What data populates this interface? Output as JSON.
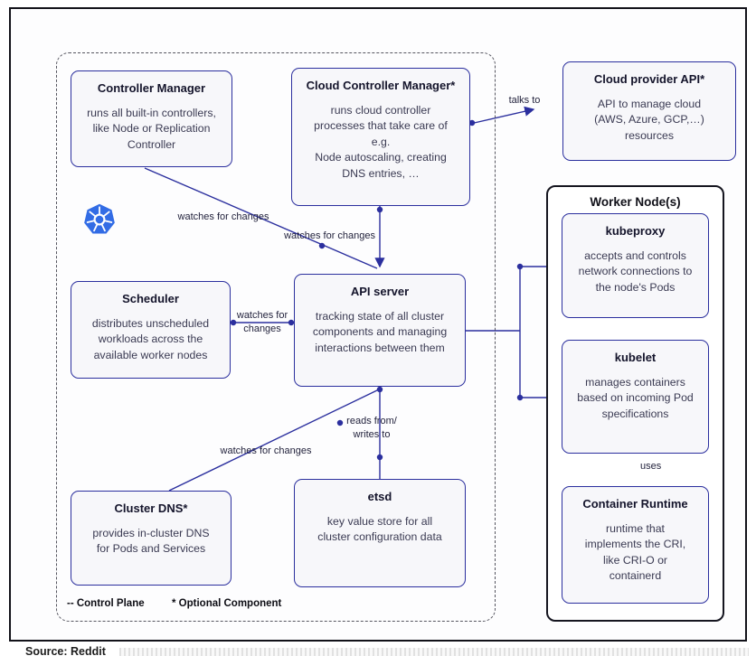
{
  "page": {
    "source_caption": "Source: Reddit"
  },
  "boxes": {
    "controller_manager": {
      "title": "Controller Manager",
      "body": "runs all built-in controllers,\nlike Node or Replication\nController"
    },
    "cloud_controller_manager": {
      "title": "Cloud Controller Manager*",
      "body": "runs cloud controller\nprocesses that take care of\ne.g.\nNode autoscaling, creating\nDNS entries, …"
    },
    "cloud_provider_api": {
      "title": "Cloud provider API*",
      "body": "API to manage cloud\n(AWS, Azure, GCP,…)\nresources"
    },
    "worker_node": {
      "title": "Worker Node(s)"
    },
    "kubeproxy": {
      "title": "kubeproxy",
      "body": "accepts and controls\nnetwork connections to\nthe node's Pods"
    },
    "kubelet": {
      "title": "kubelet",
      "body": "manages containers\nbased on incoming Pod\nspecifications"
    },
    "container_runtime": {
      "title": "Container Runtime",
      "body": "runtime that\nimplements the CRI,\nlike CRI-O or\ncontainerd"
    },
    "scheduler": {
      "title": "Scheduler",
      "body": "distributes unscheduled\nworkloads across the\navailable worker nodes"
    },
    "api_server": {
      "title": "API server",
      "body": "tracking state of all cluster\ncomponents and managing\ninteractions between them"
    },
    "cluster_dns": {
      "title": "Cluster DNS*",
      "body": "provides in-cluster DNS\nfor Pods and Services"
    },
    "etsd": {
      "title": "etsd",
      "body": "key value store for all\ncluster configuration data"
    }
  },
  "edge_labels": {
    "talks_to": "talks to",
    "cm_watches": "watches for changes",
    "ccm_watches": "watches for changes",
    "scheduler_watches": "watches for changes",
    "reads_writes": "reads from/ writes to",
    "dns_watches": "watches for changes",
    "uses": "uses"
  },
  "legend": {
    "control_plane": "-- Control Plane",
    "optional_component": "* Optional Component"
  },
  "colors": {
    "box_border": "#2b2f9e",
    "line": "#2b2f9e",
    "worker_border": "#15151f",
    "logo_blue": "#326ce5"
  }
}
